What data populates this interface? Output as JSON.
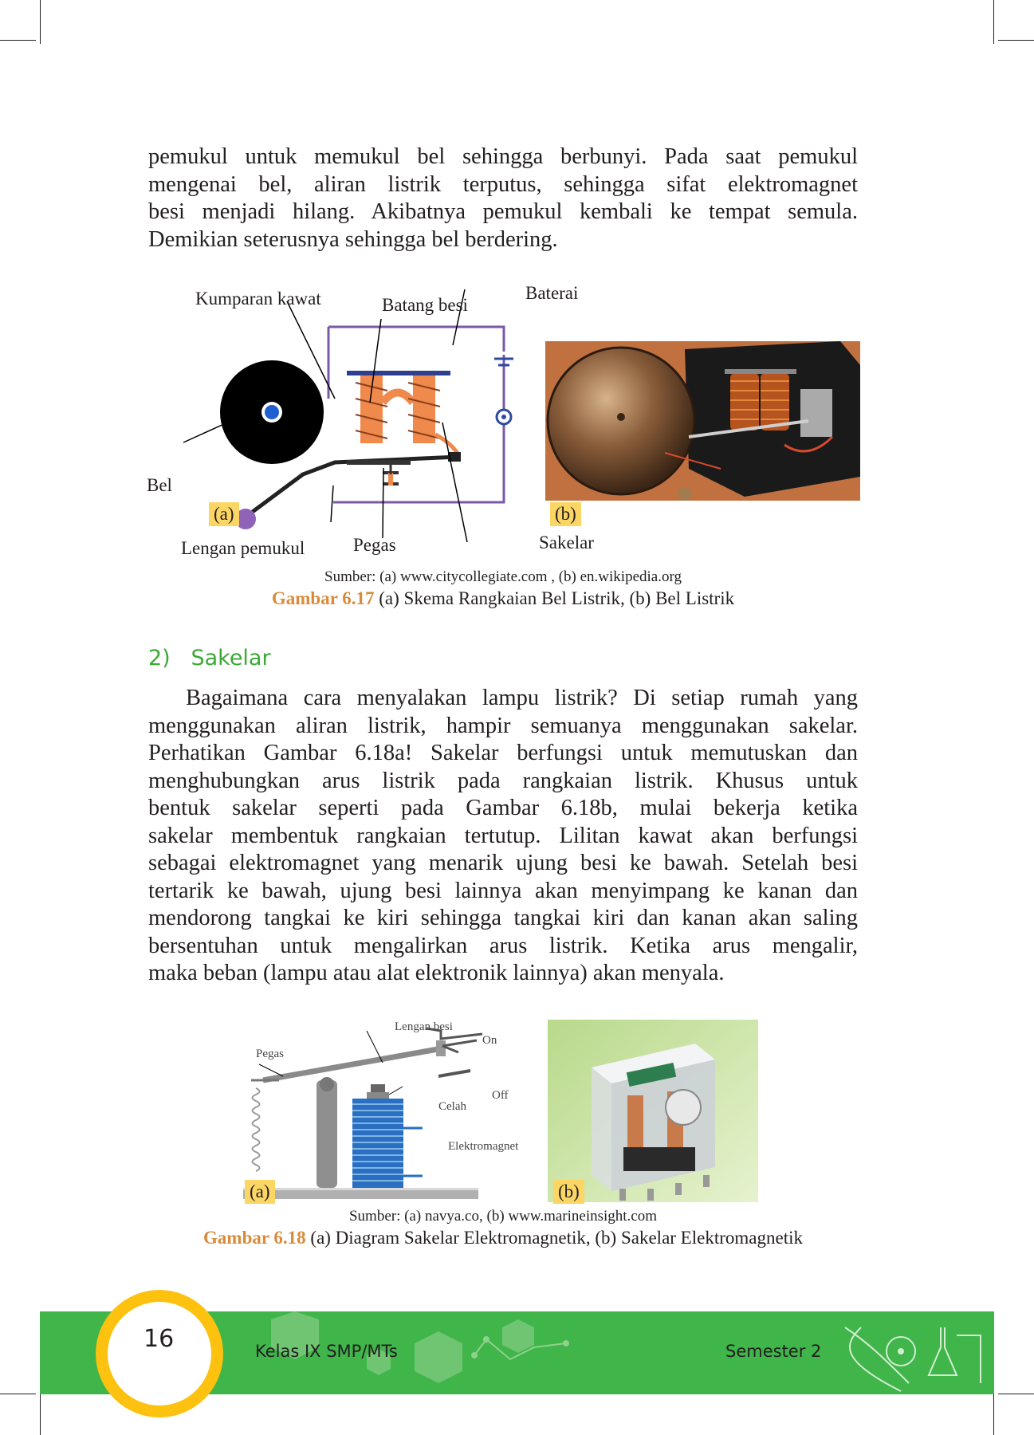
{
  "body_text": {
    "top_lines": [
      "pemukul untuk memukul bel sehingga berbunyi. Pada saat pemukul",
      "mengenai bel, aliran listrik terputus, sehingga sifat elektromagnet",
      "besi menjadi hilang. Akibatnya pemukul kembali ke tempat semula.",
      "Demikian seterusnya sehingga bel berdering."
    ],
    "section2_lines": [
      "Bagaimana cara menyalakan lampu listrik? Di setiap rumah yang",
      "menggunakan aliran listrik, hampir semuanya menggunakan sakelar.",
      "Perhatikan Gambar 6.18a! Sakelar berfungsi untuk memutuskan dan",
      "menghubungkan arus listrik pada rangkaian listrik. Khusus untuk",
      "bentuk sakelar seperti pada Gambar 6.18b, mulai bekerja ketika",
      "sakelar membentuk rangkaian tertutup. Lilitan kawat akan berfungsi",
      "sebagai elektromagnet yang menarik ujung besi ke bawah. Setelah besi",
      "tertarik ke bawah, ujung besi lainnya akan menyimpang ke kanan dan",
      "mendorong tangkai ke kiri sehingga tangkai kiri dan kanan akan saling",
      "bersentuhan untuk mengalirkan arus listrik. Ketika arus mengalir,",
      "maka beban (lampu atau alat elektronik lainnya) akan menyala."
    ]
  },
  "figure_6_17": {
    "labels": {
      "kumparan": "Kumparan kawat",
      "batang": "Batang besi",
      "baterai": "Baterai",
      "bel": "Bel",
      "lengan": "Lengan pemukul",
      "pegas": "Pegas",
      "sakelar": "Sakelar"
    },
    "tag_a": "(a)",
    "tag_b": "(b)",
    "source": "Sumber: (a) www.citycollegiate.com , (b) en.wikipedia.org",
    "caption_num": "Gambar 6.17",
    "caption_text": " (a) Skema Rangkaian Bel Listrik, (b) Bel Listrik"
  },
  "section_heading": "2)   Sakelar",
  "figure_6_18": {
    "labels": {
      "lengan": "Lengan besi",
      "on": "On",
      "pegas": "Pegas",
      "off": "Off",
      "celah": "Celah",
      "elektromagnet": "Elektromagnet"
    },
    "tag_a": "(a)",
    "tag_b": "(b)",
    "source": "Sumber: (a) navya.co, (b) www.marineinsight.com",
    "caption_num": "Gambar 6.18",
    "caption_text": " (a) Diagram Sakelar Elektromagnetik,  (b) Sakelar Elektromagnetik"
  },
  "footer": {
    "page_number": "16",
    "class_label": "Kelas IX SMP/MTs",
    "semester_label": "Semester 2"
  },
  "colors": {
    "footer_green": "#3fb54a",
    "figure_number": "#d98b3a",
    "heading_green": "#3aa935",
    "tag_yellow": "#fcd664",
    "page_circle": "#fcc20f"
  }
}
